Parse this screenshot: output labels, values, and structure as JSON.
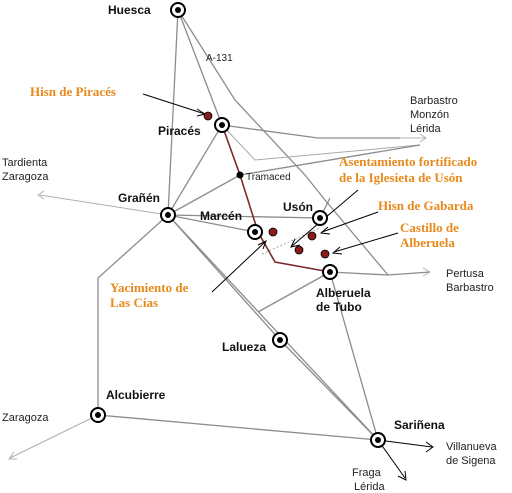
{
  "colors": {
    "site_label": "#e8891c",
    "site_marker": "#8b1a1a",
    "road": "#8c8c8c",
    "local_road": "#7a2a2a"
  },
  "road_label": "A-131",
  "towns": {
    "huesca": "Huesca",
    "piraces": "Piracés",
    "granen": "Grañén",
    "marcen": "Marcén",
    "uson": "Usón",
    "alberuela_1": "Alberuela",
    "alberuela_2": "de Tubo",
    "lalueza": "Lalueza",
    "alcubierre": "Alcubierre",
    "sarinena": "Sariñena",
    "tramaced": "Tramaced"
  },
  "destinations": {
    "barbastro_monzon_lerida": [
      "Barbastro",
      "Monzón",
      "Lérida"
    ],
    "tardienta_zaragoza": [
      "Tardienta",
      "Zaragoza"
    ],
    "pertusa_barbastro": [
      "Pertusa",
      "Barbastro"
    ],
    "zaragoza": "Zaragoza",
    "villanueva_sigena": [
      "Villanueva",
      "de Sigena"
    ],
    "fraga_lerida": [
      "Fraga",
      "Lérida"
    ]
  },
  "sites": {
    "hisn_piraces": "Hisn de Piracés",
    "asentamiento": [
      "Asentamiento fortificado",
      "de la Iglesieta de Usón"
    ],
    "hisn_gabarda": "Hisn de Gabarda",
    "castillo_alberuela": [
      "Castillo de",
      "Alberuela"
    ],
    "yacimiento_cias": [
      "Yacimiento de",
      "Las Cías"
    ]
  }
}
